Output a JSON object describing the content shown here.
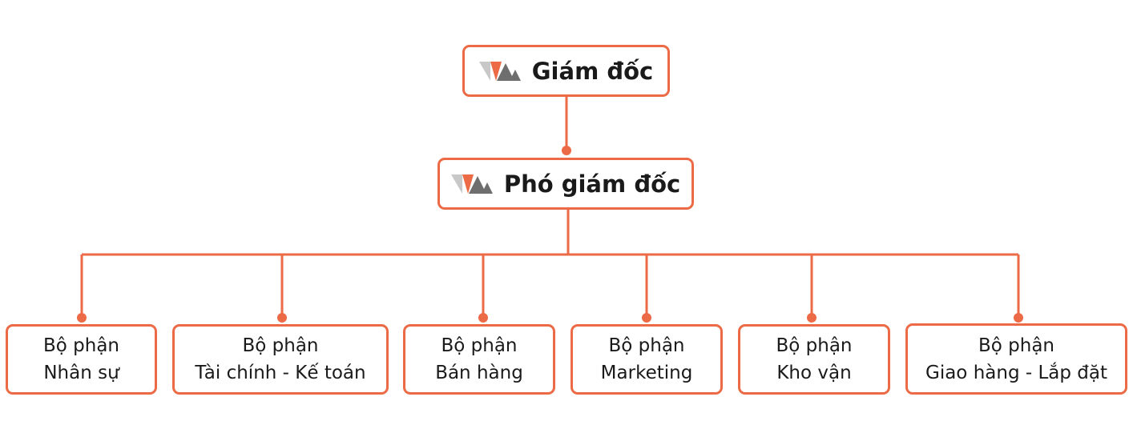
{
  "colors": {
    "accent": "#ec6a45",
    "logo_gray_light": "#c8c8c8",
    "logo_gray_dark": "#6e6e6e"
  },
  "director": {
    "title": "Giám đốc",
    "icon": "company-logo-icon"
  },
  "deputy_director": {
    "title": "Phó giám đốc",
    "icon": "company-logo-icon"
  },
  "departments": [
    {
      "line1": "Bộ phận",
      "line2": "Nhân sự"
    },
    {
      "line1": "Bộ phận",
      "line2": "Tài chính - Kế toán"
    },
    {
      "line1": "Bộ phận",
      "line2": "Bán hàng"
    },
    {
      "line1": "Bộ phận",
      "line2": "Marketing"
    },
    {
      "line1": "Bộ phận",
      "line2": "Kho vận"
    },
    {
      "line1": "Bộ phận",
      "line2": "Giao hàng - Lắp đặt"
    }
  ]
}
